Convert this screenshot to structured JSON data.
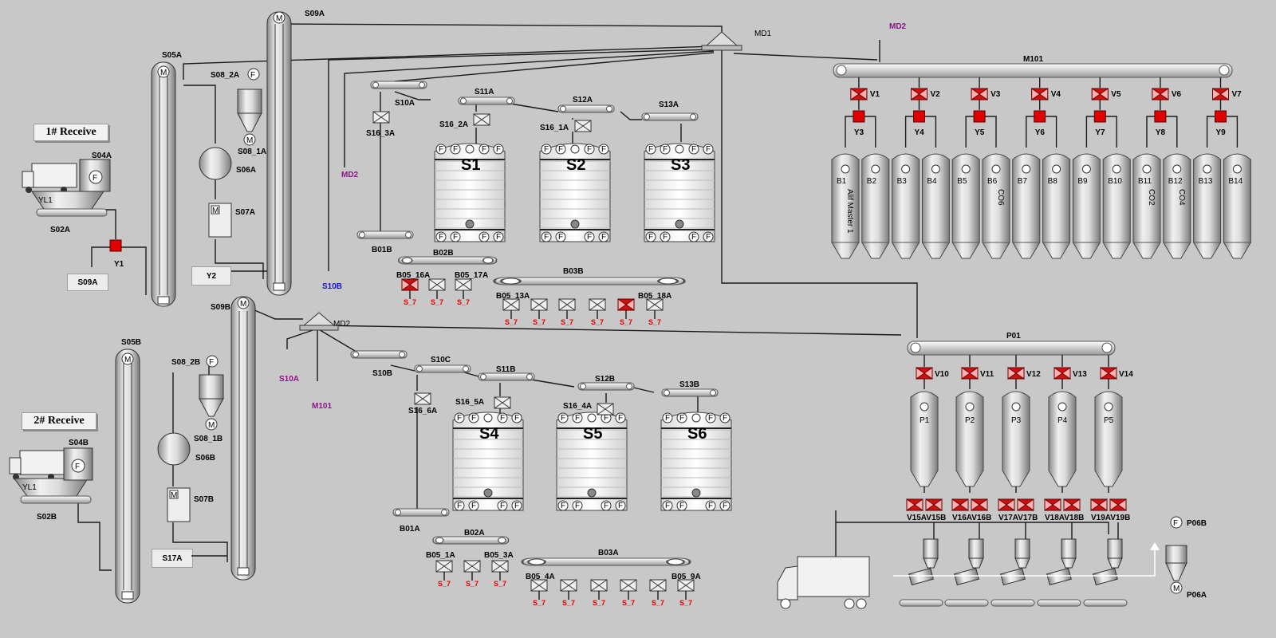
{
  "receive_1": "1# Receive",
  "receive_2": "2# Receive",
  "tags": {
    "Y2": "Y2",
    "S09A_box": "S09A",
    "S17A_box": "S17A"
  },
  "labels": {
    "S09A": "S09A",
    "MD1": "MD1",
    "MD2_top": "MD2",
    "M101": "M101",
    "S05A": "S05A",
    "S08_2A": "S08_2A",
    "S04A": "S04A",
    "S02A": "S02A",
    "S06A": "S06A",
    "S08_1A": "S08_1A",
    "S07A": "S07A",
    "Y1": "Y1",
    "S10A": "S10A",
    "S11A": "S11A",
    "S12A": "S12A",
    "S13A": "S13A",
    "S16_2A": "S16_2A",
    "S16_1A": "S16_1A",
    "S16_3A": "S16_3A",
    "MD2_left": "MD2",
    "S10B_blue": "S10B",
    "B01B": "B01B",
    "B02B": "B02B",
    "B03B": "B03B",
    "B05_16A": "B05_16A",
    "B05_17A": "B05_17A",
    "B05_13A": "B05_13A",
    "B05_18A": "B05_18A",
    "S09B": "S09B",
    "MD2_mid": "MD2",
    "S05B": "S05B",
    "S08_2B": "S08_2B",
    "S04B": "S04B",
    "S02B": "S02B",
    "S06B": "S06B",
    "S08_1B": "S08_1B",
    "S07B": "S07B",
    "S10A_pur": "S10A",
    "M101_pur": "M101",
    "S10B": "S10B",
    "S10C": "S10C",
    "S11B": "S11B",
    "S12B": "S12B",
    "S13B": "S13B",
    "S16_6A": "S16_6A",
    "S16_5A": "S16_5A",
    "S16_4A": "S16_4A",
    "B01A": "B01A",
    "B02A": "B02A",
    "B03A": "B03A",
    "B05_1A": "B05_1A",
    "B05_3A": "B05_3A",
    "B05_4A": "B05_4A",
    "B05_9A": "B05_9A",
    "P01": "P01",
    "P06B": "P06B",
    "P06A": "P06A",
    "Y3": "Y3",
    "Y4": "Y4",
    "Y5": "Y5",
    "Y6": "Y6",
    "Y7": "Y7",
    "Y8": "Y8",
    "Y9": "Y9",
    "V1": "V1",
    "V2": "V2",
    "V3": "V3",
    "V4": "V4",
    "V5": "V5",
    "V6": "V6",
    "V7": "V7",
    "V10": "V10",
    "V11": "V11",
    "V12": "V12",
    "V13": "V13",
    "V14": "V14",
    "V15": "V15AV15B",
    "V16": "V16AV16B",
    "V17": "V17AV17B",
    "V18": "V18AV18B",
    "V19": "V19AV19B",
    "S_7": "S_7",
    "YL1": "YL1",
    "fan_F": "F",
    "motor_M": "M"
  },
  "silos": [
    "S1",
    "S2",
    "S3",
    "S4",
    "S5",
    "S6"
  ],
  "bins": [
    "B1",
    "B2",
    "B3",
    "B4",
    "B5",
    "B6",
    "B7",
    "B8",
    "B9",
    "B10",
    "B11",
    "B12",
    "B13",
    "B14"
  ],
  "bin_notes": {
    "B1": "Alif Master 1",
    "B6": "CO6",
    "B11": "CO2",
    "B12": "CO4"
  },
  "packers": [
    "P1",
    "P2",
    "P3",
    "P4",
    "P5"
  ],
  "colors": {
    "background": "#c8c8c8",
    "active_valve": "#e00000",
    "pipe": "#1a1a1a",
    "label_purple": "#8a148a",
    "label_blue": "#1515d0"
  }
}
